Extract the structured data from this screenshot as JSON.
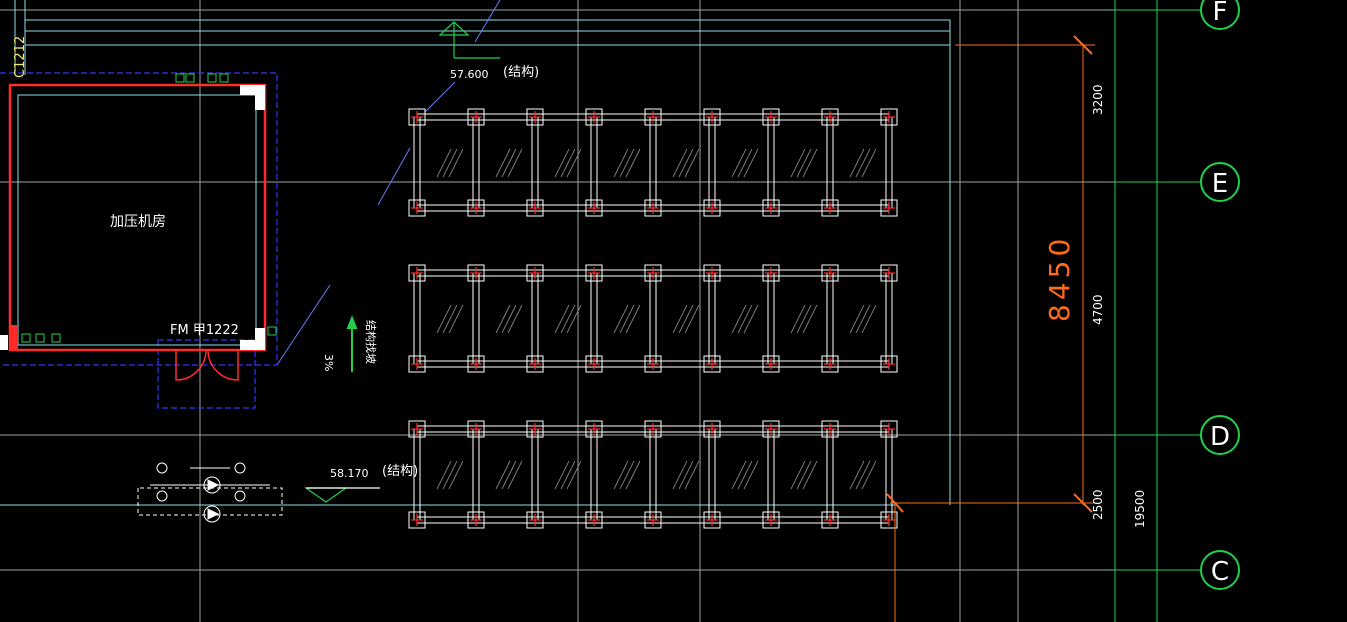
{
  "drawing": {
    "background": "#000000",
    "colors": {
      "grid": "#9aa3a3",
      "cyan": "#8fe0e8",
      "white": "#ffffff",
      "red": "#ff2a2a",
      "blue": "#3333ff",
      "green": "#22d04a",
      "orange": "#ff6a1a",
      "yellow": "#f2f06a"
    },
    "labels": {
      "door_c1212": "C1212",
      "room_name": "加压机房",
      "door_fm": "FM 甲1222",
      "elev_top": "57.600",
      "elev_top_note": "(结构)",
      "elev_bottom": "58.170",
      "elev_bottom_note": "(结构)",
      "slope_percent": "3%",
      "slope_note": "结构找坡",
      "dim_total_orange": "8450",
      "dim_3200": "3200",
      "dim_4700": "4700",
      "dim_2500": "2500",
      "dim_19500": "19500"
    },
    "axes": [
      {
        "id": "F",
        "label": "F"
      },
      {
        "id": "E",
        "label": "E"
      },
      {
        "id": "D",
        "label": "D"
      },
      {
        "id": "C",
        "label": "C"
      }
    ],
    "equipment_groups": {
      "rows": 3,
      "columns": 9
    }
  }
}
